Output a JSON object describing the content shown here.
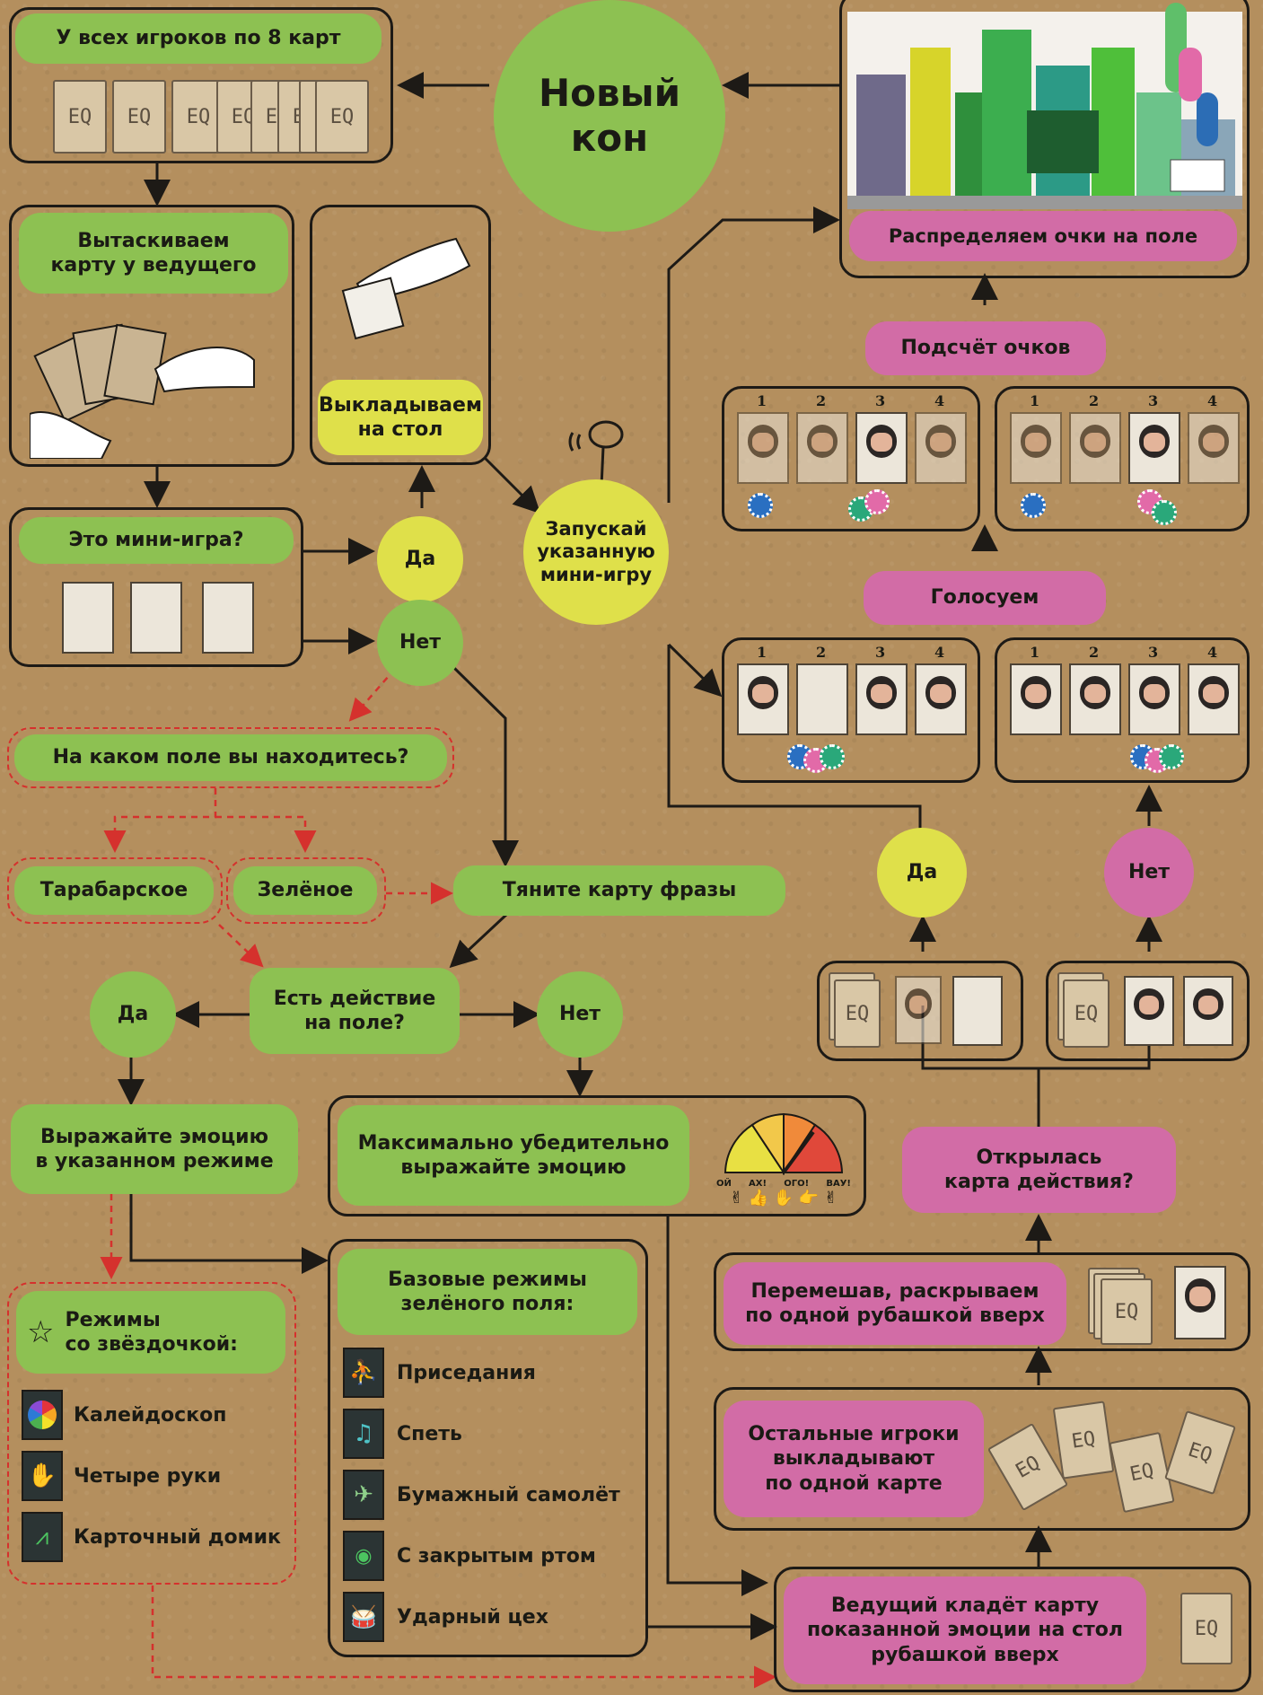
{
  "top": {
    "all_players": "У всех игроков по 8 карт",
    "new_round": "Новый\nкон",
    "distribute_points": "Распределяем очки на поле"
  },
  "left_flow": {
    "draw_from_host": "Вытаскиваем\nкарту у ведущего",
    "lay_on_table": "Выкладываем\nна стол",
    "is_minigame": "Это мини-игра?",
    "yes": "Да",
    "no": "Нет",
    "start_minigame": "Запускай\nуказанную\nмини-игру",
    "which_field": "На каком поле вы находитесь?",
    "field_tarabar": "Тарабарское",
    "field_green": "Зелёное",
    "draw_phrase": "Тяните карту фразы",
    "action_on_field": "Есть действие\nна поле?",
    "action_yes": "Да",
    "action_no": "Нет",
    "express_mode": "Выражайте эмоцию\nв указанном режиме",
    "express_max": "Максимально убедительно\nвыражайте эмоцию"
  },
  "meter_labels": [
    "ОЙ",
    "АХ!",
    "ОГО!",
    "ВАУ!"
  ],
  "star_modes": {
    "title": "Режимы\nсо звёздочкой:",
    "items": [
      "Калейдоскоп",
      "Четыре руки",
      "Карточный домик"
    ]
  },
  "base_modes": {
    "title": "Базовые режимы\nзелёного поля:",
    "items": [
      "Приседания",
      "Спеть",
      "Бумажный самолёт",
      "С закрытым ртом",
      "Ударный цех"
    ]
  },
  "right_flow": {
    "count_points": "Подсчёт очков",
    "vote": "Голосуем",
    "yes": "Да",
    "no": "Нет",
    "action_opened": "Открылась\nкарта действия?",
    "shuffle_reveal": "Перемешав, раскрываем\nпо одной рубашкой вверх",
    "others_lay": "Остальные игроки\nвыкладывают\nпо одной карте",
    "host_lays": "Ведущий кладёт карту\nпоказанной эмоции на стол\nрубашкой вверх"
  },
  "card_numbers": [
    "1",
    "2",
    "3",
    "4"
  ],
  "card_back_text": "EQ",
  "colors": {
    "green": "#8dc152",
    "yellow": "#dfe04a",
    "pink": "#d26ca6",
    "dashed_red": "#d5312d",
    "line": "#1d1a16"
  }
}
